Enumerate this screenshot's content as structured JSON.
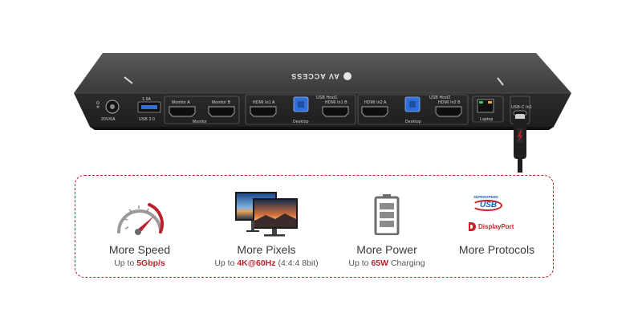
{
  "device": {
    "brand": "AV ACCESS",
    "ports": {
      "power": "20V/6A",
      "usb_current": "1.5A",
      "usb_version": "USB 3.0",
      "monitor_a": "Monitor A",
      "monitor_b": "Monitor B",
      "monitor_group": "Monitor",
      "hdmi_in1a": "HDMI In1 A",
      "usb_host1": "USB Host1",
      "hdmi_in1b": "HDMI In1 B",
      "host1_group": "Desktop",
      "hdmi_in2a": "HDMI In2 A",
      "usb_host2": "USB Host2",
      "hdmi_in2b": "HDMI In2 B",
      "host2_group": "Desktop",
      "lan_group": "Laptop",
      "usbc_label": "USB-C In1"
    },
    "colors": {
      "body": "#3b3b3d",
      "usb_blue": "#2f6fd8",
      "cable_accent": "#c8202a"
    }
  },
  "features": [
    {
      "title": "More Speed",
      "sub_prefix": "Up to ",
      "sub_highlight": "5Gbp/s",
      "sub_suffix": "",
      "icon": "speedometer-icon"
    },
    {
      "title": "More Pixels",
      "sub_prefix": "Up to ",
      "sub_highlight": "4K@60Hz",
      "sub_suffix": " (4:4:4 8bit)",
      "icon": "dual-monitor-icon"
    },
    {
      "title": "More Power",
      "sub_prefix": "Up to ",
      "sub_highlight": "65W",
      "sub_suffix": " Charging",
      "icon": "battery-icon"
    },
    {
      "title": "More Protocols",
      "sub_prefix": "",
      "sub_highlight": "",
      "sub_suffix": "",
      "icon": "protocol-logos-icon"
    }
  ],
  "logos": {
    "usb_top": "SUPERSPEED",
    "usb": "USB",
    "displayport": "DisplayPort"
  },
  "accent_color": "#b8232f"
}
